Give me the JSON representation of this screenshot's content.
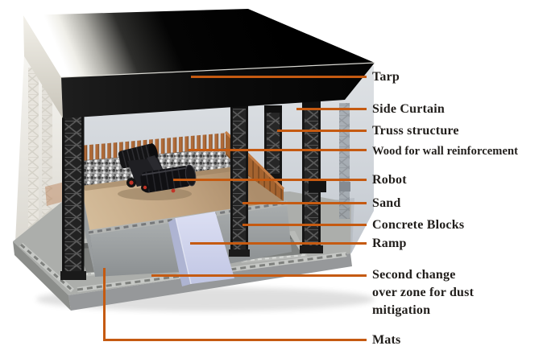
{
  "diagram": {
    "type": "labeled-3d-render",
    "subject": "Robot test arena: truss structure with tarp roof, side curtains, sand pit, robot, concrete block walls, ramp, change-over zone and mats",
    "background": "#FFFFFF",
    "leader_line_color": "#C55A11",
    "label_color": "#211E1B"
  },
  "labels": [
    {
      "id": "tarp",
      "text": "Tarp"
    },
    {
      "id": "side-curtain",
      "text": "Side Curtain"
    },
    {
      "id": "truss-structure",
      "text": "Truss structure"
    },
    {
      "id": "wood-reinforcement",
      "text": "Wood for wall reinforcement"
    },
    {
      "id": "robot",
      "text": "Robot"
    },
    {
      "id": "sand",
      "text": "Sand"
    },
    {
      "id": "concrete-blocks",
      "text": "Concrete Blocks"
    },
    {
      "id": "ramp",
      "text": "Ramp"
    },
    {
      "id": "changeover-zone",
      "text": "Second change\nover zone for dust\nmitigation"
    },
    {
      "id": "mats",
      "text": "Mats"
    }
  ],
  "illustration_colors": {
    "tarp": "#0A0A0A",
    "tarp_highlight": "#F4F3EE",
    "tarp_side_face": "#E4E1D8",
    "left_curtain": "#E6E3DC",
    "right_curtain": "#C9CED4",
    "truss": "#242424",
    "wood": "#AF6A38",
    "gabion": "#9A9A9A",
    "sand": "#C4A886",
    "concrete": "#9DA1A3",
    "ramp": "#CDD2EC",
    "mats_base": "#A9ABA8",
    "changeover_pit": "#7E807E",
    "robot_body": "#16161A",
    "robot_hub_red": "#C23327"
  }
}
